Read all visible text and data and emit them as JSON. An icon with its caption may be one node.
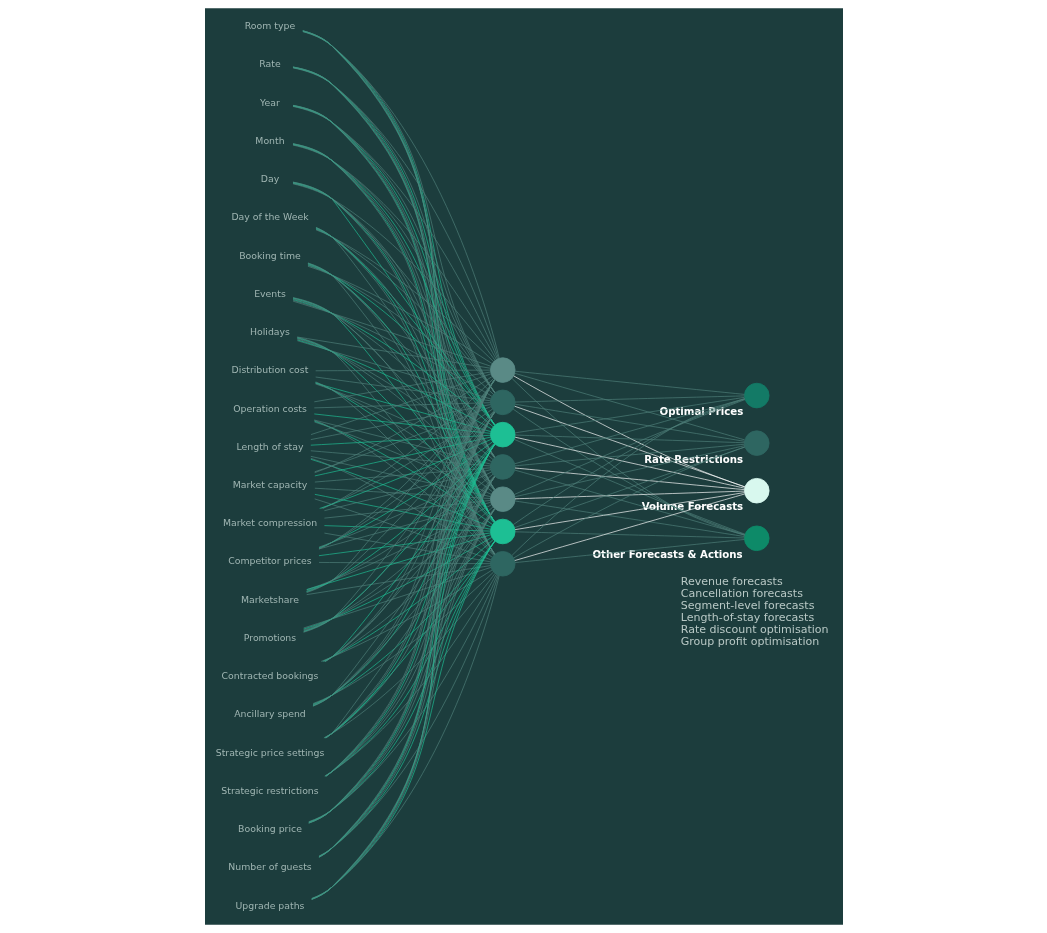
{
  "diagram": {
    "nodes": [
      {
        "text": [
          "Room type"
        ]
      },
      {
        "text": [
          "Rate"
        ]
      },
      {
        "text": [
          "Year"
        ]
      },
      {
        "text": [
          "Month"
        ]
      },
      {
        "text": [
          "Day"
        ]
      },
      {
        "text": [
          "Day of the Week"
        ]
      },
      {
        "text": [
          "Booking time"
        ]
      },
      {
        "text": [
          "Events"
        ]
      },
      {
        "text": [
          "Holidays"
        ]
      },
      {
        "text": [
          "Distribution cost"
        ]
      },
      {
        "text": [
          "Operation costs"
        ]
      },
      {
        "text": [
          "Length of stay"
        ]
      },
      {
        "text": [
          "Market capacity"
        ]
      },
      {
        "text": [
          "Market compression"
        ]
      },
      {
        "text": [
          "Competitor prices"
        ]
      },
      {
        "text": [
          "Marketshare"
        ]
      },
      {
        "text": [
          "Promotions"
        ]
      },
      {
        "text": [
          "Contracted bookings"
        ]
      },
      {
        "text": [
          "Ancillary spend"
        ]
      },
      {
        "text": [
          "Strategic price settings"
        ]
      },
      {
        "text": [
          "Strategic restrictions"
        ]
      },
      {
        "text": [
          "Booking price"
        ]
      },
      {
        "text": [
          "Number of guests"
        ]
      },
      {
        "text": [
          "Upgrade paths"
        ]
      },
      {
        "text": [],
        "shape": "circle"
      },
      {
        "text": [],
        "shape": "circle"
      },
      {
        "text": [],
        "shape": "circle"
      },
      {
        "text": [],
        "shape": "circle"
      },
      {
        "text": [],
        "shape": "circle"
      },
      {
        "text": [],
        "shape": "circle"
      },
      {
        "text": [],
        "shape": "circle"
      },
      {
        "text": [],
        "shape": "circle",
        "beside": [
          "Optimal Prices"
        ]
      },
      {
        "text": [],
        "shape": "circle",
        "beside": [
          "Rate Restrictions"
        ]
      },
      {
        "text": [],
        "shape": "circle",
        "beside": [
          "Volume Forecasts"
        ]
      },
      {
        "text": [],
        "shape": "circle",
        "beside": [
          "Other Forecasts & Actions"
        ]
      }
    ],
    "edges": [
      {
        "from": 0,
        "to": 24,
        "arrow": "none"
      },
      {
        "from": 0,
        "to": 25,
        "arrow": "none"
      },
      {
        "from": 0,
        "to": 26,
        "arrow": "none",
        "color": "#1dbf94"
      },
      {
        "from": 0,
        "to": 27,
        "arrow": "none"
      },
      {
        "from": 0,
        "to": 28,
        "arrow": "none"
      },
      {
        "from": 0,
        "to": 29,
        "arrow": "none",
        "color": "#1dbf94"
      },
      {
        "from": 0,
        "to": 30,
        "arrow": "none"
      },
      {
        "from": 1,
        "to": 24,
        "arrow": "none"
      },
      {
        "from": 1,
        "to": 25,
        "arrow": "none"
      },
      {
        "from": 1,
        "to": 26,
        "arrow": "none",
        "color": "#1dbf94"
      },
      {
        "from": 1,
        "to": 27,
        "arrow": "none"
      },
      {
        "from": 1,
        "to": 28,
        "arrow": "none"
      },
      {
        "from": 1,
        "to": 29,
        "arrow": "none",
        "color": "#1dbf94"
      },
      {
        "from": 1,
        "to": 30,
        "arrow": "none"
      },
      {
        "from": 2,
        "to": 24,
        "arrow": "none"
      },
      {
        "from": 2,
        "to": 25,
        "arrow": "none"
      },
      {
        "from": 2,
        "to": 26,
        "arrow": "none",
        "color": "#1dbf94"
      },
      {
        "from": 2,
        "to": 27,
        "arrow": "none"
      },
      {
        "from": 2,
        "to": 28,
        "arrow": "none"
      },
      {
        "from": 2,
        "to": 29,
        "arrow": "none",
        "color": "#1dbf94"
      },
      {
        "from": 2,
        "to": 30,
        "arrow": "none"
      },
      {
        "from": 3,
        "to": 24,
        "arrow": "none"
      },
      {
        "from": 3,
        "to": 25,
        "arrow": "none"
      },
      {
        "from": 3,
        "to": 26,
        "arrow": "none",
        "color": "#1dbf94"
      },
      {
        "from": 3,
        "to": 27,
        "arrow": "none"
      },
      {
        "from": 3,
        "to": 28,
        "arrow": "none"
      },
      {
        "from": 3,
        "to": 29,
        "arrow": "none",
        "color": "#1dbf94"
      },
      {
        "from": 3,
        "to": 30,
        "arrow": "none"
      },
      {
        "from": 4,
        "to": 24,
        "arrow": "none"
      },
      {
        "from": 4,
        "to": 25,
        "arrow": "none"
      },
      {
        "from": 4,
        "to": 26,
        "arrow": "none",
        "color": "#1dbf94"
      },
      {
        "from": 4,
        "to": 27,
        "arrow": "none"
      },
      {
        "from": 4,
        "to": 28,
        "arrow": "none"
      },
      {
        "from": 4,
        "to": 29,
        "arrow": "none",
        "color": "#1dbf94"
      },
      {
        "from": 4,
        "to": 30,
        "arrow": "none"
      },
      {
        "from": 5,
        "to": 24,
        "arrow": "none"
      },
      {
        "from": 5,
        "to": 25,
        "arrow": "none"
      },
      {
        "from": 5,
        "to": 26,
        "arrow": "none",
        "color": "#1dbf94"
      },
      {
        "from": 5,
        "to": 27,
        "arrow": "none"
      },
      {
        "from": 5,
        "to": 28,
        "arrow": "none"
      },
      {
        "from": 5,
        "to": 29,
        "arrow": "none",
        "color": "#1dbf94"
      },
      {
        "from": 5,
        "to": 30,
        "arrow": "none"
      },
      {
        "from": 6,
        "to": 24,
        "arrow": "none"
      },
      {
        "from": 6,
        "to": 25,
        "arrow": "none"
      },
      {
        "from": 6,
        "to": 26,
        "arrow": "none",
        "color": "#1dbf94"
      },
      {
        "from": 6,
        "to": 27,
        "arrow": "none"
      },
      {
        "from": 6,
        "to": 28,
        "arrow": "none"
      },
      {
        "from": 6,
        "to": 29,
        "arrow": "none",
        "color": "#1dbf94"
      },
      {
        "from": 6,
        "to": 30,
        "arrow": "none"
      },
      {
        "from": 7,
        "to": 24,
        "arrow": "none"
      },
      {
        "from": 7,
        "to": 25,
        "arrow": "none"
      },
      {
        "from": 7,
        "to": 26,
        "arrow": "none",
        "color": "#1dbf94"
      },
      {
        "from": 7,
        "to": 27,
        "arrow": "none"
      },
      {
        "from": 7,
        "to": 28,
        "arrow": "none"
      },
      {
        "from": 7,
        "to": 29,
        "arrow": "none",
        "color": "#1dbf94"
      },
      {
        "from": 7,
        "to": 30,
        "arrow": "none"
      },
      {
        "from": 8,
        "to": 24,
        "arrow": "none"
      },
      {
        "from": 8,
        "to": 25,
        "arrow": "none"
      },
      {
        "from": 8,
        "to": 26,
        "arrow": "none",
        "color": "#1dbf94"
      },
      {
        "from": 8,
        "to": 27,
        "arrow": "none"
      },
      {
        "from": 8,
        "to": 28,
        "arrow": "none"
      },
      {
        "from": 8,
        "to": 29,
        "arrow": "none",
        "color": "#1dbf94"
      },
      {
        "from": 8,
        "to": 30,
        "arrow": "none"
      },
      {
        "from": 9,
        "to": 24,
        "arrow": "none"
      },
      {
        "from": 9,
        "to": 25,
        "arrow": "none"
      },
      {
        "from": 9,
        "to": 26,
        "arrow": "none",
        "color": "#1dbf94"
      },
      {
        "from": 9,
        "to": 27,
        "arrow": "none"
      },
      {
        "from": 9,
        "to": 28,
        "arrow": "none"
      },
      {
        "from": 9,
        "to": 29,
        "arrow": "none",
        "color": "#1dbf94"
      },
      {
        "from": 9,
        "to": 30,
        "arrow": "none"
      },
      {
        "from": 10,
        "to": 24,
        "arrow": "none"
      },
      {
        "from": 10,
        "to": 25,
        "arrow": "none"
      },
      {
        "from": 10,
        "to": 26,
        "arrow": "none",
        "color": "#1dbf94"
      },
      {
        "from": 10,
        "to": 27,
        "arrow": "none"
      },
      {
        "from": 10,
        "to": 28,
        "arrow": "none"
      },
      {
        "from": 10,
        "to": 29,
        "arrow": "none",
        "color": "#1dbf94"
      },
      {
        "from": 10,
        "to": 30,
        "arrow": "none"
      },
      {
        "from": 11,
        "to": 24,
        "arrow": "none"
      },
      {
        "from": 11,
        "to": 25,
        "arrow": "none"
      },
      {
        "from": 11,
        "to": 26,
        "arrow": "none",
        "color": "#1dbf94"
      },
      {
        "from": 11,
        "to": 27,
        "arrow": "none"
      },
      {
        "from": 11,
        "to": 28,
        "arrow": "none"
      },
      {
        "from": 11,
        "to": 29,
        "arrow": "none",
        "color": "#1dbf94"
      },
      {
        "from": 11,
        "to": 30,
        "arrow": "none"
      },
      {
        "from": 12,
        "to": 24,
        "arrow": "none"
      },
      {
        "from": 12,
        "to": 25,
        "arrow": "none"
      },
      {
        "from": 12,
        "to": 26,
        "arrow": "none",
        "color": "#1dbf94"
      },
      {
        "from": 12,
        "to": 27,
        "arrow": "none"
      },
      {
        "from": 12,
        "to": 28,
        "arrow": "none"
      },
      {
        "from": 12,
        "to": 29,
        "arrow": "none",
        "color": "#1dbf94"
      },
      {
        "from": 12,
        "to": 30,
        "arrow": "none"
      },
      {
        "from": 13,
        "to": 24,
        "arrow": "none"
      },
      {
        "from": 13,
        "to": 25,
        "arrow": "none"
      },
      {
        "from": 13,
        "to": 26,
        "arrow": "none",
        "color": "#1dbf94"
      },
      {
        "from": 13,
        "to": 27,
        "arrow": "none"
      },
      {
        "from": 13,
        "to": 28,
        "arrow": "none"
      },
      {
        "from": 13,
        "to": 29,
        "arrow": "none",
        "color": "#1dbf94"
      },
      {
        "from": 13,
        "to": 30,
        "arrow": "none"
      },
      {
        "from": 14,
        "to": 24,
        "arrow": "none"
      },
      {
        "from": 14,
        "to": 25,
        "arrow": "none"
      },
      {
        "from": 14,
        "to": 26,
        "arrow": "none",
        "color": "#1dbf94"
      },
      {
        "from": 14,
        "to": 27,
        "arrow": "none"
      },
      {
        "from": 14,
        "to": 28,
        "arrow": "none"
      },
      {
        "from": 14,
        "to": 29,
        "arrow": "none",
        "color": "#1dbf94"
      },
      {
        "from": 14,
        "to": 30,
        "arrow": "none"
      },
      {
        "from": 15,
        "to": 24,
        "arrow": "none"
      },
      {
        "from": 15,
        "to": 25,
        "arrow": "none"
      },
      {
        "from": 15,
        "to": 26,
        "arrow": "none",
        "color": "#1dbf94"
      },
      {
        "from": 15,
        "to": 27,
        "arrow": "none"
      },
      {
        "from": 15,
        "to": 28,
        "arrow": "none"
      },
      {
        "from": 15,
        "to": 29,
        "arrow": "none",
        "color": "#1dbf94"
      },
      {
        "from": 15,
        "to": 30,
        "arrow": "none"
      },
      {
        "from": 16,
        "to": 24,
        "arrow": "none"
      },
      {
        "from": 16,
        "to": 25,
        "arrow": "none"
      },
      {
        "from": 16,
        "to": 26,
        "arrow": "none",
        "color": "#1dbf94"
      },
      {
        "from": 16,
        "to": 27,
        "arrow": "none"
      },
      {
        "from": 16,
        "to": 28,
        "arrow": "none"
      },
      {
        "from": 16,
        "to": 29,
        "arrow": "none",
        "color": "#1dbf94"
      },
      {
        "from": 16,
        "to": 30,
        "arrow": "none"
      },
      {
        "from": 17,
        "to": 24,
        "arrow": "none"
      },
      {
        "from": 17,
        "to": 25,
        "arrow": "none"
      },
      {
        "from": 17,
        "to": 26,
        "arrow": "none",
        "color": "#1dbf94"
      },
      {
        "from": 17,
        "to": 27,
        "arrow": "none"
      },
      {
        "from": 17,
        "to": 28,
        "arrow": "none"
      },
      {
        "from": 17,
        "to": 29,
        "arrow": "none",
        "color": "#1dbf94"
      },
      {
        "from": 17,
        "to": 30,
        "arrow": "none"
      },
      {
        "from": 18,
        "to": 24,
        "arrow": "none"
      },
      {
        "from": 18,
        "to": 25,
        "arrow": "none"
      },
      {
        "from": 18,
        "to": 26,
        "arrow": "none",
        "color": "#1dbf94"
      },
      {
        "from": 18,
        "to": 27,
        "arrow": "none"
      },
      {
        "from": 18,
        "to": 28,
        "arrow": "none"
      },
      {
        "from": 18,
        "to": 29,
        "arrow": "none",
        "color": "#1dbf94"
      },
      {
        "from": 18,
        "to": 30,
        "arrow": "none"
      },
      {
        "from": 19,
        "to": 24,
        "arrow": "none"
      },
      {
        "from": 19,
        "to": 25,
        "arrow": "none"
      },
      {
        "from": 19,
        "to": 26,
        "arrow": "none",
        "color": "#1dbf94"
      },
      {
        "from": 19,
        "to": 27,
        "arrow": "none"
      },
      {
        "from": 19,
        "to": 28,
        "arrow": "none"
      },
      {
        "from": 19,
        "to": 29,
        "arrow": "none",
        "color": "#1dbf94"
      },
      {
        "from": 19,
        "to": 30,
        "arrow": "none"
      },
      {
        "from": 20,
        "to": 24,
        "arrow": "none"
      },
      {
        "from": 20,
        "to": 25,
        "arrow": "none"
      },
      {
        "from": 20,
        "to": 26,
        "arrow": "none",
        "color": "#1dbf94"
      },
      {
        "from": 20,
        "to": 27,
        "arrow": "none"
      },
      {
        "from": 20,
        "to": 28,
        "arrow": "none"
      },
      {
        "from": 20,
        "to": 29,
        "arrow": "none",
        "color": "#1dbf94"
      },
      {
        "from": 20,
        "to": 30,
        "arrow": "none"
      },
      {
        "from": 21,
        "to": 24,
        "arrow": "none"
      },
      {
        "from": 21,
        "to": 25,
        "arrow": "none"
      },
      {
        "from": 21,
        "to": 26,
        "arrow": "none",
        "color": "#1dbf94"
      },
      {
        "from": 21,
        "to": 27,
        "arrow": "none"
      },
      {
        "from": 21,
        "to": 28,
        "arrow": "none"
      },
      {
        "from": 21,
        "to": 29,
        "arrow": "none",
        "color": "#1dbf94"
      },
      {
        "from": 21,
        "to": 30,
        "arrow": "none"
      },
      {
        "from": 22,
        "to": 24,
        "arrow": "none"
      },
      {
        "from": 22,
        "to": 25,
        "arrow": "none"
      },
      {
        "from": 22,
        "to": 26,
        "arrow": "none",
        "color": "#1dbf94"
      },
      {
        "from": 22,
        "to": 27,
        "arrow": "none"
      },
      {
        "from": 22,
        "to": 28,
        "arrow": "none"
      },
      {
        "from": 22,
        "to": 29,
        "arrow": "none",
        "color": "#1dbf94"
      },
      {
        "from": 22,
        "to": 30,
        "arrow": "none"
      },
      {
        "from": 23,
        "to": 24,
        "arrow": "none"
      },
      {
        "from": 23,
        "to": 25,
        "arrow": "none"
      },
      {
        "from": 23,
        "to": 26,
        "arrow": "none",
        "color": "#1dbf94"
      },
      {
        "from": 23,
        "to": 27,
        "arrow": "none"
      },
      {
        "from": 23,
        "to": 28,
        "arrow": "none"
      },
      {
        "from": 23,
        "to": 29,
        "arrow": "none",
        "color": "#1dbf94"
      },
      {
        "from": 23,
        "to": 30,
        "arrow": "none"
      },
      {
        "from": 24,
        "to": 31,
        "arrow": "none"
      },
      {
        "from": 24,
        "to": 32,
        "arrow": "none"
      },
      {
        "from": 24,
        "to": 33,
        "arrow": "none",
        "color": "#ffffff"
      },
      {
        "from": 24,
        "to": 34,
        "arrow": "none"
      },
      {
        "from": 25,
        "to": 31,
        "arrow": "none"
      },
      {
        "from": 25,
        "to": 32,
        "arrow": "none"
      },
      {
        "from": 25,
        "to": 33,
        "arrow": "none",
        "color": "#ffffff"
      },
      {
        "from": 25,
        "to": 34,
        "arrow": "none"
      },
      {
        "from": 26,
        "to": 31,
        "arrow": "none"
      },
      {
        "from": 26,
        "to": 32,
        "arrow": "none"
      },
      {
        "from": 26,
        "to": 33,
        "arrow": "none",
        "color": "#ffffff"
      },
      {
        "from": 26,
        "to": 34,
        "arrow": "none"
      },
      {
        "from": 27,
        "to": 31,
        "arrow": "none"
      },
      {
        "from": 27,
        "to": 32,
        "arrow": "none"
      },
      {
        "from": 27,
        "to": 33,
        "arrow": "none",
        "color": "#ffffff"
      },
      {
        "from": 27,
        "to": 34,
        "arrow": "none"
      },
      {
        "from": 28,
        "to": 31,
        "arrow": "none"
      },
      {
        "from": 28,
        "to": 32,
        "arrow": "none"
      },
      {
        "from": 28,
        "to": 33,
        "arrow": "none",
        "color": "#ffffff"
      },
      {
        "from": 28,
        "to": 34,
        "arrow": "none"
      },
      {
        "from": 29,
        "to": 31,
        "arrow": "none"
      },
      {
        "from": 29,
        "to": 32,
        "arrow": "none"
      },
      {
        "from": 29,
        "to": 33,
        "arrow": "none",
        "color": "#ffffff"
      },
      {
        "from": 29,
        "to": 34,
        "arrow": "none"
      },
      {
        "from": 30,
        "to": 31,
        "arrow": "none"
      },
      {
        "from": 30,
        "to": 32,
        "arrow": "none"
      },
      {
        "from": 30,
        "to": 33,
        "arrow": "none",
        "color": "#ffffff"
      },
      {
        "from": 30,
        "to": 34,
        "arrow": "none"
      }
    ],
    "labels": [
      "Revenue forecasts",
      "Cancellation forecasts",
      "Segment-level forecasts",
      "Length-of-stay forecasts",
      "Rate discount optimisation",
      "Group profit optimisation"
    ]
  }
}
